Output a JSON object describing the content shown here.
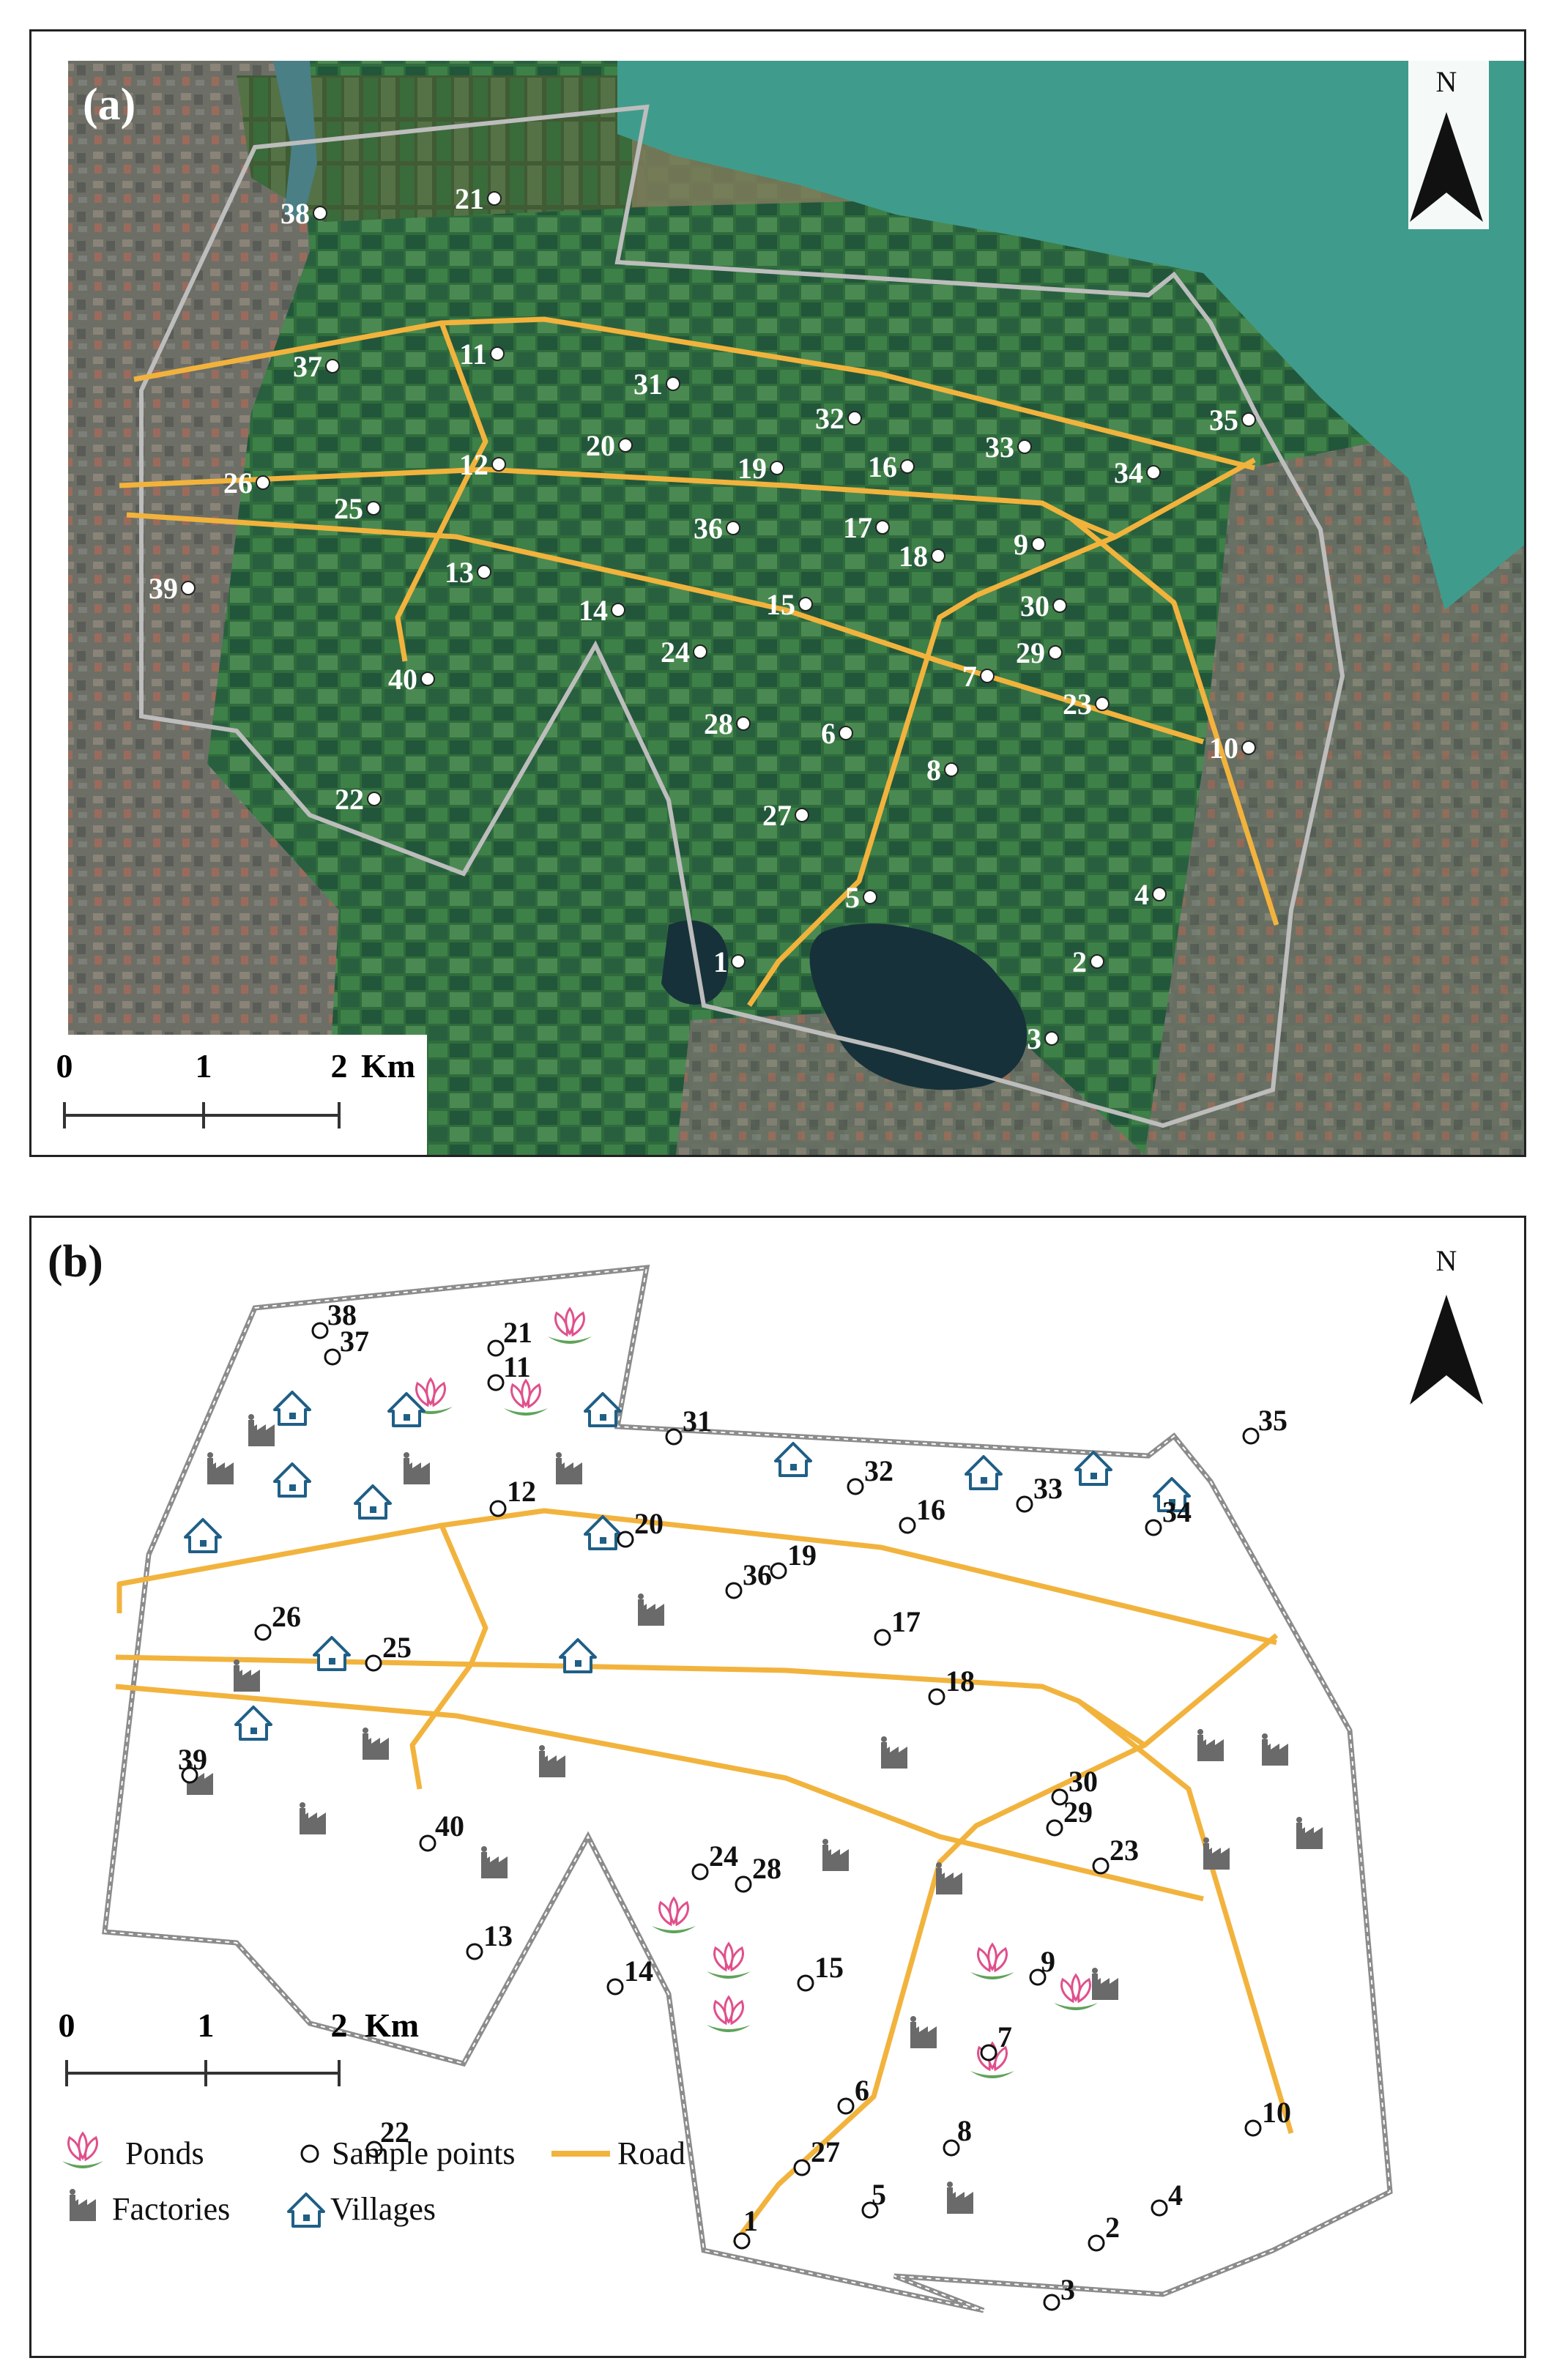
{
  "panels": [
    {
      "label": "(a)",
      "type": "satellite"
    },
    {
      "label": "(b)",
      "type": "schematic"
    }
  ],
  "north_label": "N",
  "scale": {
    "ticks": [
      "0",
      "1",
      "2"
    ],
    "unit": "Km"
  },
  "legend": {
    "ponds": "Ponds",
    "sample_points": "Sample points",
    "road": "Road",
    "factories": "Factories",
    "villages": "Villages"
  },
  "colors": {
    "road": "#f2b33d",
    "boundary": "#8c8c8c",
    "river": "#3f9c8c",
    "sample_point": "#ffffff",
    "pond_icon": "#e0508c",
    "village_icon": "#1f5f86",
    "factory_icon": "#6a6a6a"
  },
  "icons": [
    "north-arrow-icon",
    "pond-icon",
    "factory-icon",
    "village-icon",
    "sample-point-icon"
  ],
  "sample_points": [
    "1",
    "2",
    "3",
    "4",
    "5",
    "6",
    "7",
    "8",
    "9",
    "10",
    "11",
    "12",
    "13",
    "14",
    "15",
    "16",
    "17",
    "18",
    "19",
    "20",
    "21",
    "22",
    "23",
    "24",
    "25",
    "26",
    "27",
    "28",
    "29",
    "30",
    "31",
    "32",
    "33",
    "34",
    "35",
    "36",
    "37",
    "38",
    "39",
    "40"
  ]
}
